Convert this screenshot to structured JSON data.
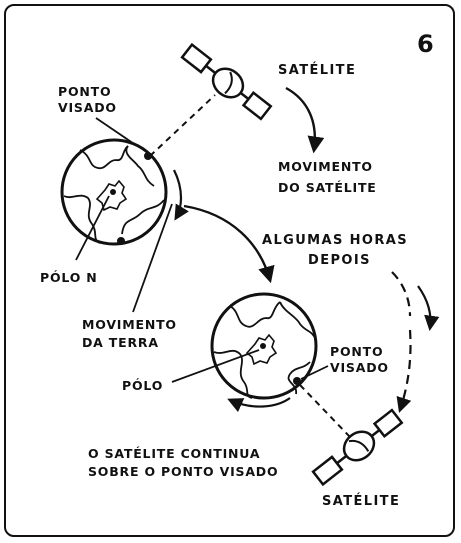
{
  "figure_number": "6",
  "labels": {
    "satellite_top": "SATÉLITE",
    "satellite_bottom": "SATÉLITE",
    "target_point_top": [
      "PONTO",
      "VISADO"
    ],
    "target_point_bottom": [
      "PONTO",
      "VISADO"
    ],
    "satellite_motion": [
      "MOVIMENTO",
      "DO SATÉLITE"
    ],
    "some_hours_later": [
      "ALGUMAS HORAS",
      "DEPOIS"
    ],
    "north_pole": "PÓLO N",
    "earth_motion": [
      "MOVIMENTO",
      "DA TERRA"
    ],
    "pole": "PÓLO",
    "satellite_continues": [
      "O SATÉLITE CONTINUA",
      "SOBRE O PONTO VISADO"
    ]
  },
  "colors": {
    "ink": "#111111",
    "background": "#ffffff"
  }
}
